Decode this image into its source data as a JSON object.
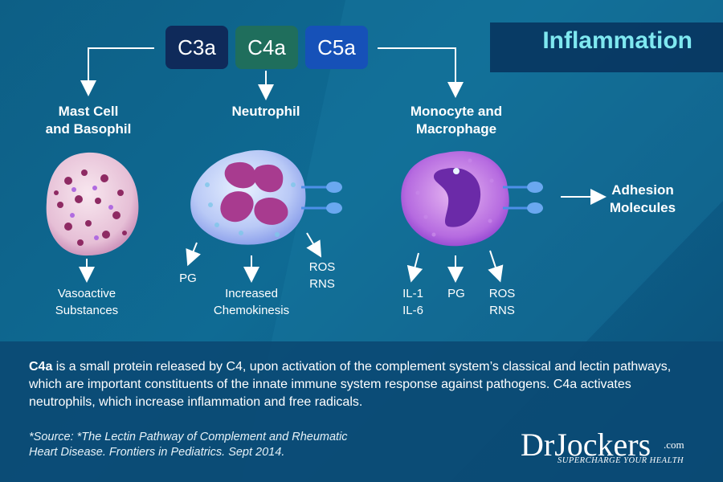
{
  "title": "Inflammation",
  "pills": [
    {
      "label": "C3a",
      "color": "#0f2a5a"
    },
    {
      "label": "C4a",
      "color": "#1f6e5c"
    },
    {
      "label": "C5a",
      "color": "#1651b8"
    }
  ],
  "cells": {
    "mast": {
      "line1": "Mast Cell",
      "line2": "and Basophil",
      "out1": "Vasoactive",
      "out2": "Substances"
    },
    "neutrophil": {
      "label": "Neutrophil",
      "pg": "PG",
      "chemo1": "Increased",
      "chemo2": "Chemokinesis",
      "ros": "ROS",
      "rns": "RNS"
    },
    "monocyte": {
      "line1": "Monocyte and",
      "line2": "Macrophage",
      "il1": "IL-1",
      "il6": "IL-6",
      "pg": "PG",
      "ros": "ROS",
      "rns": "RNS"
    }
  },
  "adhesion": {
    "line1": "Adhesion",
    "line2": "Molecules"
  },
  "description": {
    "lead": "C4a",
    "text": " is a small protein released by C4, upon activation of the complement system’s classical and lectin pathways, which are important constituents of the innate immune system response against pathogens. C4a activates neutrophils, which increase inflammation and free radicals."
  },
  "source": {
    "line1": "*Source: *The Lectin Pathway of Complement and Rheumatic",
    "line2": "Heart Disease. Frontiers in Pediatrics. Sept 2014."
  },
  "logo": {
    "name": "DrJockers",
    "domain": ".com",
    "tagline": "SUPERCHARGE YOUR HEALTH"
  }
}
